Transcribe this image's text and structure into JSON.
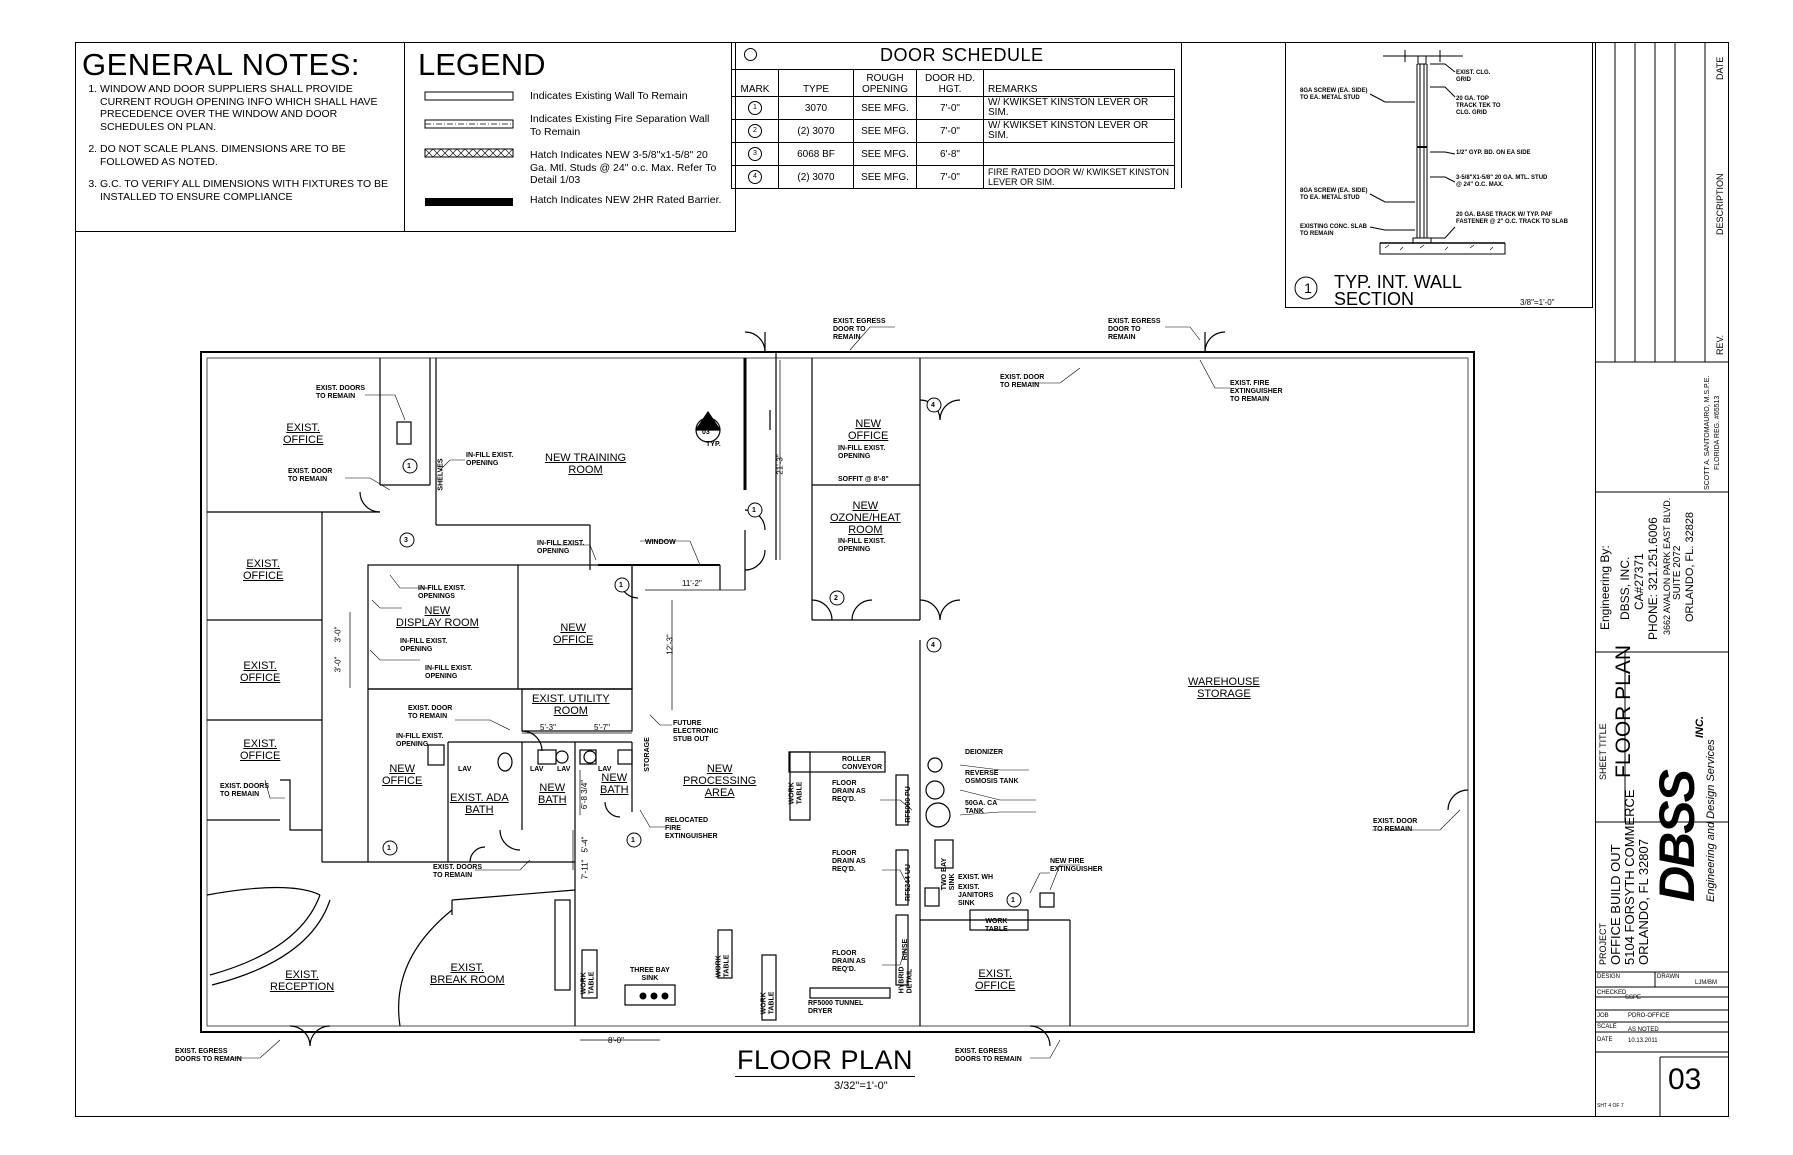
{
  "general_notes": {
    "title": "GENERAL NOTES:",
    "items": [
      "WINDOW AND DOOR SUPPLIERS SHALL PROVIDE CURRENT ROUGH OPENING INFO WHICH SHALL HAVE PRECEDENCE OVER THE WINDOW AND DOOR SCHEDULES ON PLAN.",
      "DO NOT SCALE PLANS. DIMENSIONS ARE TO BE FOLLOWED AS NOTED.",
      "G.C. TO VERIFY ALL DIMENSIONS WITH FIXTURES TO BE INSTALLED TO ENSURE COMPLIANCE"
    ]
  },
  "legend": {
    "title": "LEGEND",
    "items": [
      "Indicates Existing Wall To Remain",
      "Indicates Existing Fire Separation Wall To Remain",
      "Hatch Indicates NEW 3-5/8\"x1-5/8\" 20 Ga. Mtl. Studs @ 24\" o.c. Max. Refer To Detail 1/03",
      "Hatch Indicates NEW 2HR Rated Barrier."
    ]
  },
  "door_schedule": {
    "title": "DOOR SCHEDULE",
    "headers": [
      "MARK",
      "TYPE",
      "ROUGH OPENING",
      "DOOR HD. HGT.",
      "REMARKS"
    ],
    "rows": [
      {
        "mark": "1",
        "type": "3070",
        "rough": "SEE MFG.",
        "hgt": "7'-0\"",
        "remarks": "W/ KWIKSET KINSTON LEVER OR SIM."
      },
      {
        "mark": "2",
        "type": "(2) 3070",
        "rough": "SEE MFG.",
        "hgt": "7'-0\"",
        "remarks": "W/ KWIKSET KINSTON LEVER OR SIM."
      },
      {
        "mark": "3",
        "type": "6068 BF",
        "rough": "SEE MFG.",
        "hgt": "6'-8\"",
        "remarks": ""
      },
      {
        "mark": "4",
        "type": "(2) 3070",
        "rough": "SEE MFG.",
        "hgt": "7'-0\"",
        "remarks": "FIRE RATED DOOR W/ KWIKSET KINSTON LEVER OR SIM."
      }
    ]
  },
  "wall_section": {
    "number": "1",
    "title_line1": "TYP. INT. WALL",
    "title_line2": "SECTION",
    "scale": "3/8\"=1'-0\"",
    "notes": {
      "n1": "EXIST. CLG. GRID",
      "n2": "20 ga. TOP TRACK TEK TO CLG. GRID",
      "n3": "8GA SCREW (EA. SIDE) TO EA. METAL STUD",
      "n4": "1/2\" GYP. BD. ON EA SIDE",
      "n5": "3-5/8\"x1-5/8\" 20 ga. MTL. STUD @ 24\" O.C. MAX.",
      "n6": "8GA SCREW (EA. SIDE) TO EA. METAL STUD",
      "n7": "20 ga. BASE TRACK W/ TYP. PAF FASTENER @ 2\" O.C. TRACK TO SLAB",
      "n8": "EXISTING CONC. SLAB TO REMAIN"
    }
  },
  "plan": {
    "title": "FLOOR PLAN",
    "scale": "3/32\"=1'-0\"",
    "rooms": {
      "exist_office_1": [
        "EXIST.",
        "OFFICE"
      ],
      "training": [
        "NEW TRAINING",
        "ROOM"
      ],
      "new_office_top": [
        "NEW",
        "OFFICE"
      ],
      "ozone": [
        "NEW",
        "OZONE/HEAT",
        "ROOM"
      ],
      "exist_office_2": [
        "EXIST.",
        "OFFICE"
      ],
      "exist_office_3": [
        "EXIST.",
        "OFFICE"
      ],
      "exist_office_4": [
        "EXIST.",
        "OFFICE"
      ],
      "display": [
        "NEW",
        "DISPLAY ROOM"
      ],
      "new_office_mid": [
        "NEW",
        "OFFICE"
      ],
      "utility": [
        "EXIST. UTILITY",
        "ROOM"
      ],
      "new_office_low": [
        "NEW",
        "OFFICE"
      ],
      "ada": [
        "EXIST. ADA",
        "BATH"
      ],
      "new_bath_1": [
        "NEW",
        "BATH"
      ],
      "new_bath_2": [
        "NEW",
        "BATH"
      ],
      "processing": [
        "NEW",
        "PROCESSING",
        "AREA"
      ],
      "warehouse": [
        "WAREHOUSE",
        "STORAGE"
      ],
      "reception": [
        "EXIST.",
        "RECEPTION"
      ],
      "breakroom": [
        "EXIST.",
        "BREAK ROOM"
      ],
      "exist_office_wh": [
        "EXIST.",
        "OFFICE"
      ]
    },
    "labels": {
      "egress_top1": "EXIST. EGRESS\nDOOR TO\nREMAIN",
      "egress_top2": "EXIST. EGRESS\nDOOR TO\nREMAIN",
      "exist_door_top": "EXIST. DOOR\nTO REMAIN",
      "fire_ext_top": "EXIST. FIRE\nEXTINGUISHER\nTO REMAIN",
      "doors_remain_1": "EXIST. DOORS\nTO REMAIN",
      "door_remain_1": "EXIST. DOOR\nTO REMAIN",
      "infill_1": "IN-FILL EXIST.\nOPENING",
      "infill_2": "IN-FILL EXIST.\nOPENING",
      "infill_3": "IN-FILL EXIST.\nOPENING",
      "infill_4": "IN-FILL EXIST.\nOPENINGS",
      "infill_5": "IN-FILL EXIST.\nOPENING",
      "infill_6": "IN-FILL EXIST.\nOPENING",
      "infill_7": "IN-FILL EXIST.\nOPENING",
      "infill_8": "IN-FILL EXIST.\nOPENING",
      "window": "WINDOW",
      "soffit": "SOFFIT @ 8'-8\"",
      "typ": "TYP.",
      "section_ref": "03",
      "door_remain_2": "EXIST. DOOR\nTO REMAIN",
      "doors_remain_2": "EXIST. DOORS\nTO REMAIN",
      "doors_remain_3": "EXIST. DOORS\nTO REMAIN",
      "future_stub": "FUTURE\nELECTRONIC\nSTUB OUT",
      "relocated_fire": "RELOCATED\nFIRE\nEXTINGUISHER",
      "roller": "ROLLER\nCONVEYOR",
      "drain_1": "FLOOR\nDRAIN AS\nREQ'D.",
      "drain_2": "FLOOR\nDRAIN AS\nREQ'D.",
      "drain_3": "FLOOR\nDRAIN AS\nREQ'D.",
      "deionizer": "DEIONIZER",
      "osmosis": "REVERSE\nOSMOSIS TANK",
      "tank": "50ga. CA\nTANK",
      "wh": "EXIST. WH",
      "janitor": "EXIST.\nJANITORS\nSINK",
      "new_fire": "NEW FIRE\nEXTINGUISHER",
      "door_remain_wh": "EXIST. DOOR\nTO REMAIN",
      "work_table": "WORK\nTABLE",
      "three_bay": "THREE BAY\nSINK",
      "tunnel": "RF5000 TUNNEL\nDRYER",
      "egress_bl": "EXIST. EGRESS\nDOORS TO REMAIN",
      "egress_bc": "EXIST. EGRESS\nDOORS TO REMAIN",
      "lav1": "LAV",
      "lav2": "LAV",
      "lav3": "LAV",
      "lav4": "LAV",
      "dim_1": "11'-2\"",
      "dim_2": "12'-3\"",
      "dim_3": "21'-3\"",
      "dim_4": "5'-3\"",
      "dim_5": "5'-7\"",
      "dim_6": "8'-0\"",
      "dim_7": "3'-0\"",
      "dim_8": "3'-0\"",
      "dim_9": "7'-11\"",
      "dim_10": "6'-8 3/4\"",
      "dim_11": "5'-4\"",
      "shelves": "SHELVES",
      "storage": "STORAGE",
      "work_v1": "WORK\nTABLE",
      "work_v2": "WORK\nTABLE",
      "work_v3": "WORK\nTABLE",
      "work_v4": "WORK\nTABLE",
      "rf_1": "RF5000 PU",
      "rf_2": "RF5244 UU",
      "hybrid": "HYBRID\nDETAIL",
      "rinse": "RINSE",
      "two_bay": "TWO BAY\nSINK"
    },
    "door_marks": [
      "1",
      "2",
      "3",
      "4"
    ]
  },
  "title_block": {
    "date_h": "DATE",
    "desc_h": "DESCRIPTION",
    "rev_h": "REV.",
    "engineer_name": "SCOTT A. SANTOMAURO, M.S.P.E.",
    "engineer_reg": "FLORIDA REG. #65513",
    "eng_by": "Engineering By:",
    "firm": "DBSS, INC.",
    "ca": "CA#27371",
    "phone": "PHONE: 321.251.6006",
    "addr1": "3662 AVALON PARK EAST BLVD.",
    "addr2": "SUITE 2072",
    "addr3": "ORLANDO, FL. 32828",
    "sheet_title_h": "SHEET TITLE",
    "sheet_title": "FLOOR PLAN",
    "logo": "DBSS",
    "logo_inc": "INC.",
    "tagline": "Engineering and Design Services",
    "project_h": "PROJECT",
    "project1": "OFFICE BUILD OUT",
    "project2": "5104 FORSYTH COMMERCE",
    "project3": "ORLANDO, FL 32807",
    "design_h": "DESIGN",
    "drawn_h": "DRAWN",
    "drawn": "LJM/BM",
    "checked_h": "CHECKED",
    "checked": "SSPE",
    "job_h": "JOB",
    "job": "PDRO-OFFICE",
    "scale_h": "SCALE",
    "scale": "AS NOTED",
    "date_l": "DATE",
    "date": "10.13.2011",
    "sheet_num": "03",
    "sht": "SHT",
    "sht_n": "4",
    "of": "OF",
    "of_n": "7"
  }
}
